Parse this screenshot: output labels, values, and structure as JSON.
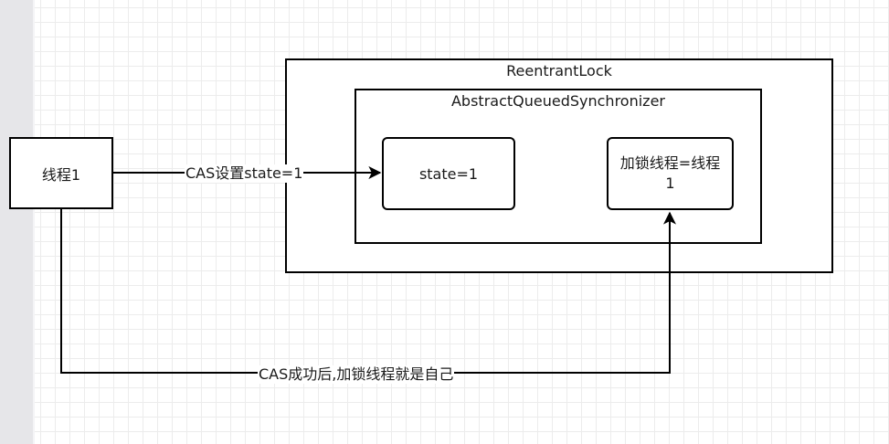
{
  "diagram": {
    "nodes": {
      "reentrant_lock": {
        "label": "ReentrantLock"
      },
      "aqs": {
        "label": "AbstractQueuedSynchronizer"
      },
      "thread": {
        "label": "线程1"
      },
      "state": {
        "label": "state=1"
      },
      "owner": {
        "label": "加锁线程=线程1"
      }
    },
    "edges": {
      "cas_set": {
        "from": "thread",
        "to": "state",
        "label": "CAS设置state=1"
      },
      "cas_success": {
        "from": "thread",
        "to": "owner",
        "label": "CAS成功后,加锁线程就是自己"
      }
    },
    "colors": {
      "stroke": "#000000",
      "text": "#1a1a1a",
      "grid": "#ececec"
    }
  }
}
